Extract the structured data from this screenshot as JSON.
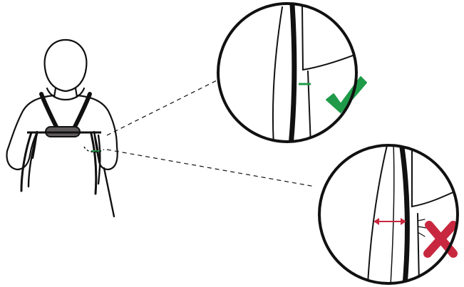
{
  "illustration": {
    "subject": "harness-strap-fit",
    "colors": {
      "line": "#111111",
      "background": "#ffffff",
      "buckle": "#5f5a5b",
      "correct": "#1f9a48",
      "incorrect": "#c8283f",
      "gap_arrow": "#c8283f"
    },
    "icons": {
      "correct": "check-mark-icon",
      "incorrect": "cross-mark-icon"
    },
    "detail_views": [
      {
        "name": "correct-fit-detail",
        "verdict": "correct",
        "indicator": "strap-flush-marker"
      },
      {
        "name": "incorrect-fit-detail",
        "verdict": "incorrect",
        "indicator": "strap-gap-arrow"
      }
    ]
  }
}
